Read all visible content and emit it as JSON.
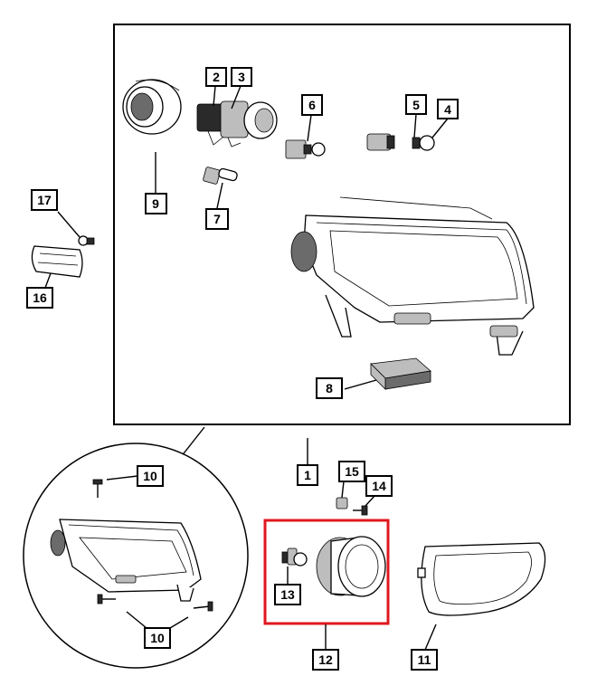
{
  "callouts": {
    "c1": "1",
    "c2": "2",
    "c3": "3",
    "c4": "4",
    "c5": "5",
    "c6": "6",
    "c7": "7",
    "c8": "8",
    "c9": "9",
    "c10a": "10",
    "c10b": "10",
    "c11": "11",
    "c12": "12",
    "c13": "13",
    "c14": "14",
    "c15": "15",
    "c16": "16",
    "c17": "17"
  },
  "colors": {
    "highlight": "#e0181f",
    "line": "#000000",
    "background": "#ffffff"
  },
  "highlighted_part": "12"
}
